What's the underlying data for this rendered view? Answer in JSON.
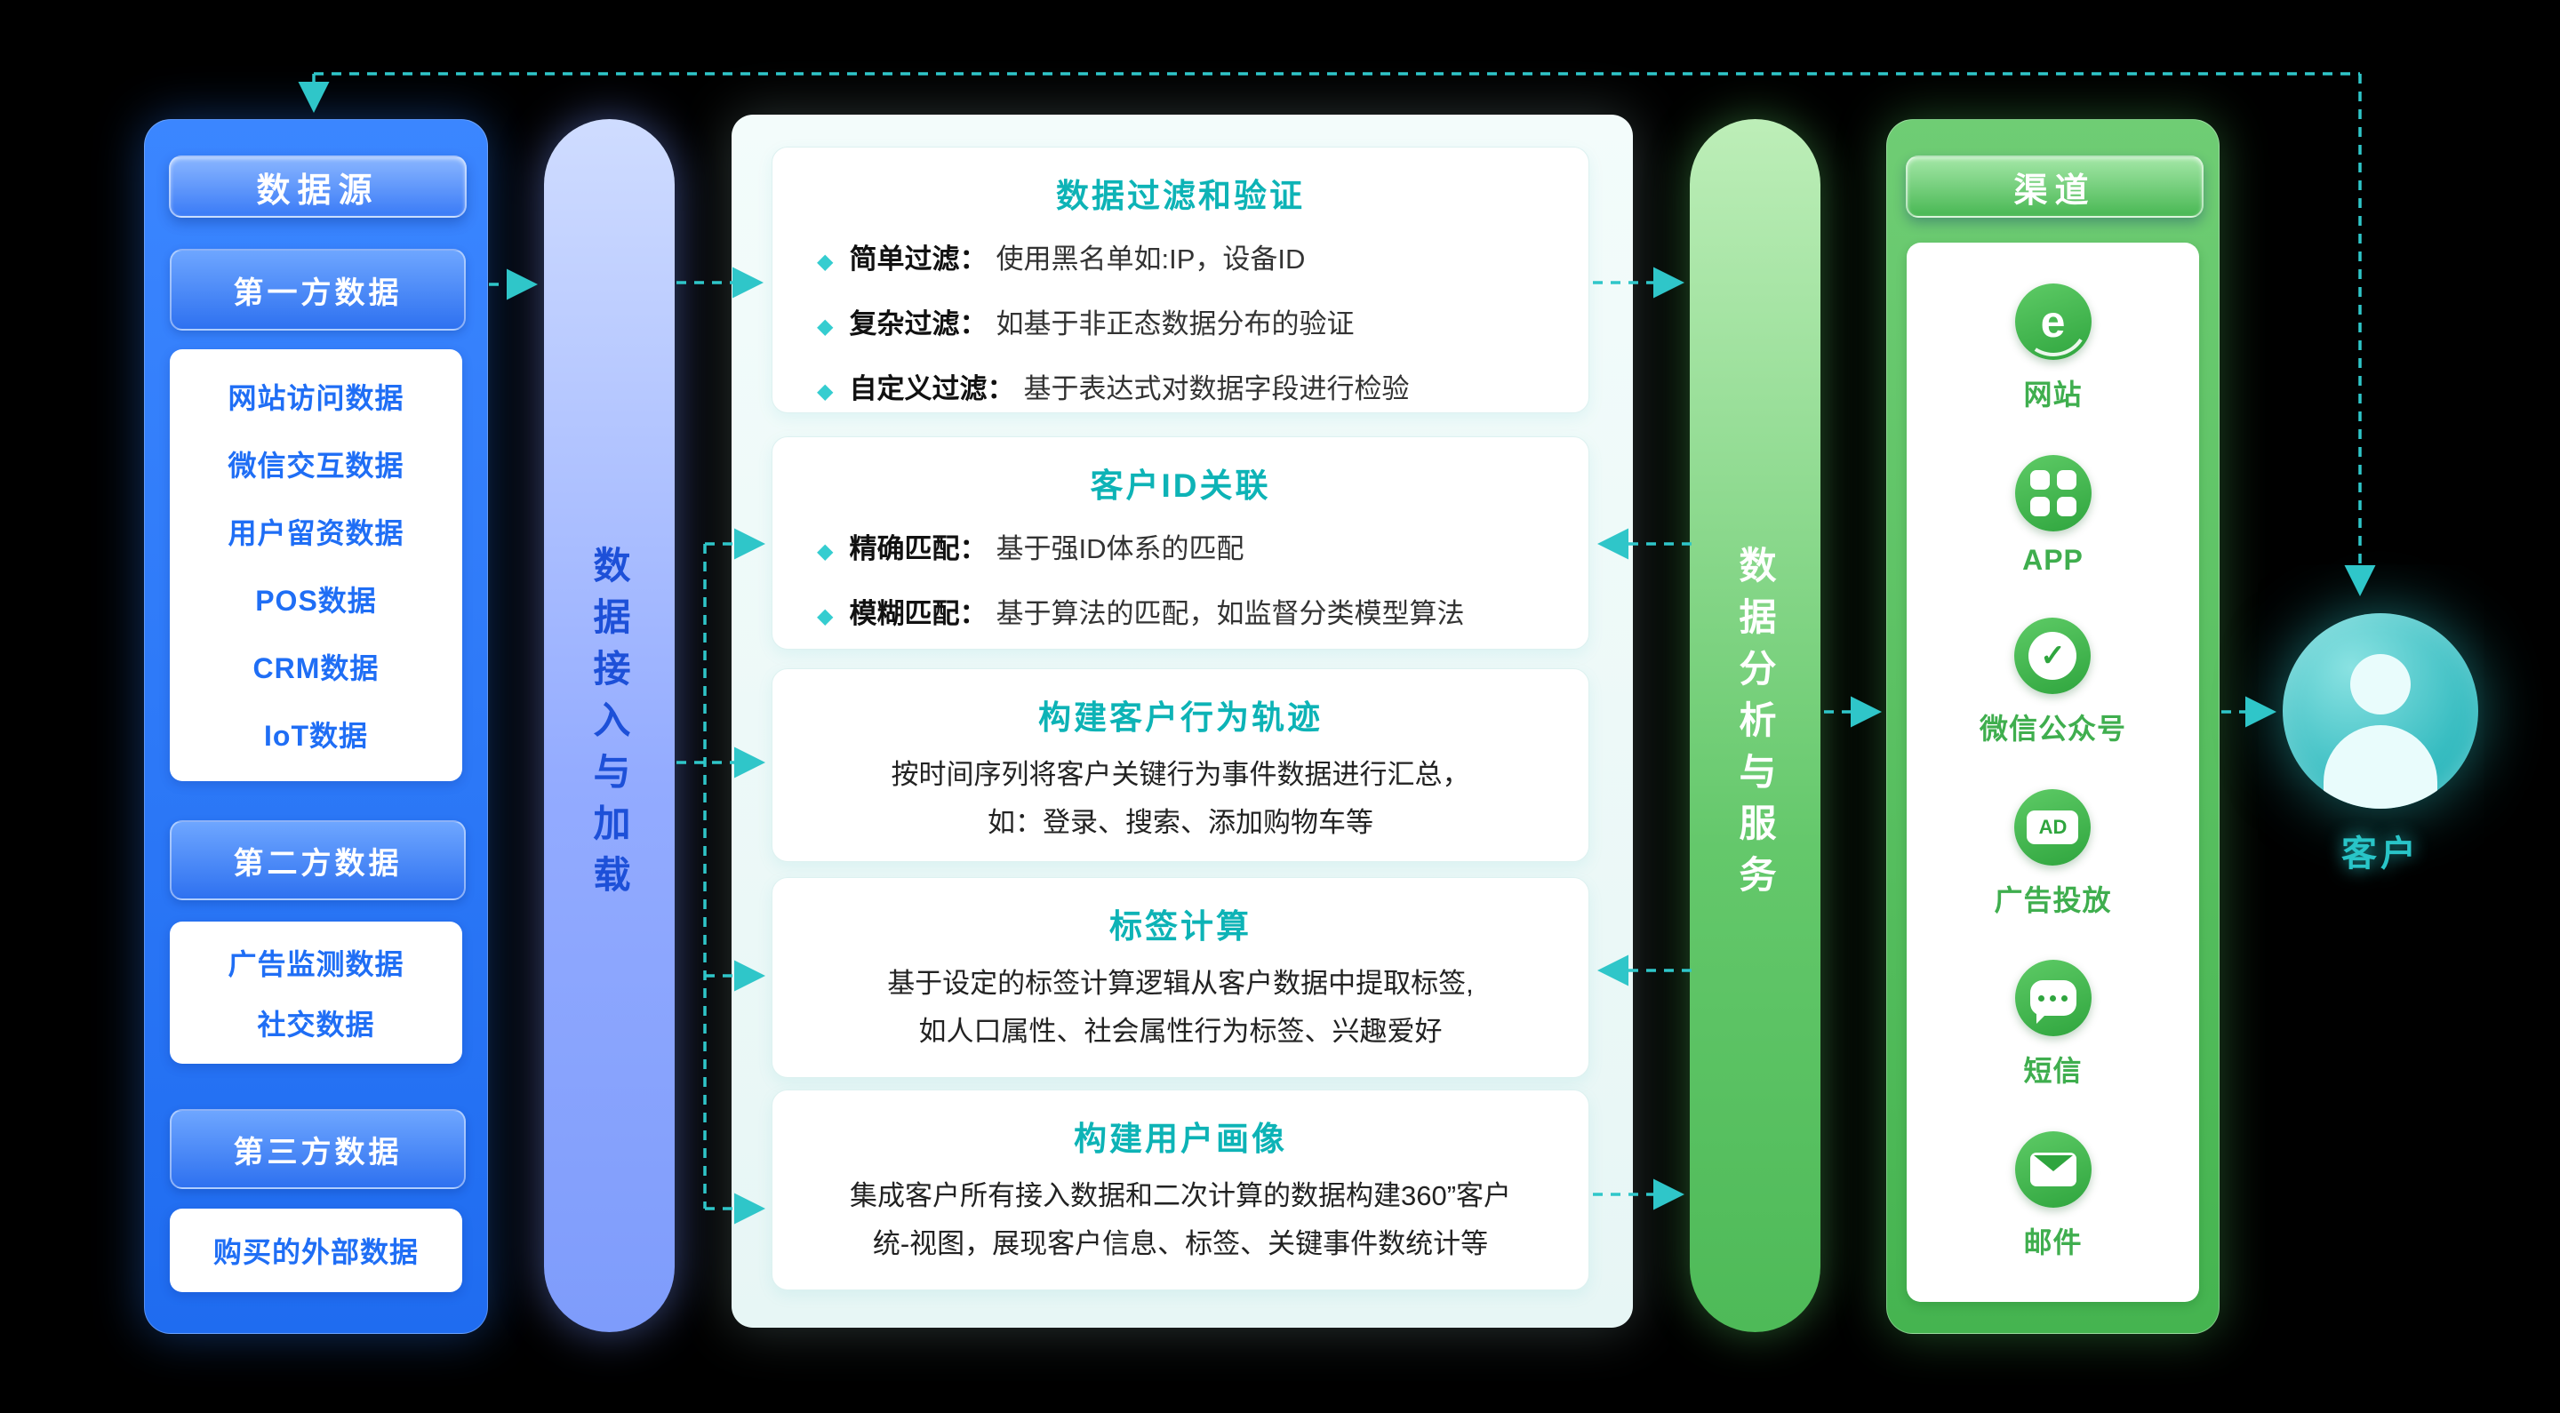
{
  "colors": {
    "background": "#000000",
    "blue_panel": "#2b7af2",
    "green_panel": "#55bf5e",
    "teal_accent": "#2fc6c9",
    "title_teal": "#0db3b6",
    "item_blue": "#1f6ef5",
    "channel_green": "#3fae4e"
  },
  "icons": {
    "bullet_diamond": "◆",
    "browser_e": "e",
    "check_mark": "✓",
    "ad_label": "AD"
  },
  "data_sources": {
    "title": "数据源",
    "groups": [
      {
        "label": "第一方数据",
        "items": [
          "网站访问数据",
          "微信交互数据",
          "用户留资数据",
          "POS数据",
          "CRM数据",
          "IoT数据"
        ]
      },
      {
        "label": "第二方数据",
        "items": [
          "广告监测数据",
          "社交数据"
        ]
      },
      {
        "label": "第三方数据",
        "items": [
          "购买的外部数据"
        ]
      }
    ]
  },
  "ingest_bar": {
    "label": "数据接入与加载"
  },
  "process": {
    "boxes": [
      {
        "title": "数据过滤和验证",
        "bullets": [
          {
            "label": "简单过滤：",
            "text": "使用黑名单如:IP，设备ID"
          },
          {
            "label": "复杂过滤：",
            "text": "如基于非正态数据分布的验证"
          },
          {
            "label": "自定义过滤：",
            "text": "基于表达式对数据字段进行检验"
          }
        ]
      },
      {
        "title": "客户ID关联",
        "bullets": [
          {
            "label": "精确匹配：",
            "text": "基于强ID体系的匹配"
          },
          {
            "label": "模糊匹配：",
            "text": "基于算法的匹配，如监督分类模型算法"
          }
        ]
      },
      {
        "title": "构建客户行为轨迹",
        "lines": [
          "按时间序列将客户关键行为事件数据进行汇总，",
          "如：登录、搜索、添加购物车等"
        ]
      },
      {
        "title": "标签计算",
        "lines": [
          "基于设定的标签计算逻辑从客户数据中提取标签,",
          "如人口属性、社会属性行为标签、兴趣爱好"
        ]
      },
      {
        "title": "构建用户画像",
        "lines": [
          "集成客户所有接入数据和二次计算的数据构建360”客户",
          "统-视图，展现客户信息、标签、关键事件数统计等"
        ]
      }
    ]
  },
  "analysis_bar": {
    "label": "数据分析与服务"
  },
  "channels": {
    "title": "渠道",
    "items": [
      {
        "label": "网站",
        "icon": "browser-icon"
      },
      {
        "label": "APP",
        "icon": "app-grid-icon"
      },
      {
        "label": "微信公众号",
        "icon": "wechat-official-icon"
      },
      {
        "label": "广告投放",
        "icon": "ad-icon"
      },
      {
        "label": "短信",
        "icon": "sms-icon"
      },
      {
        "label": "邮件",
        "icon": "mail-icon"
      }
    ]
  },
  "customer": {
    "label": "客户"
  }
}
